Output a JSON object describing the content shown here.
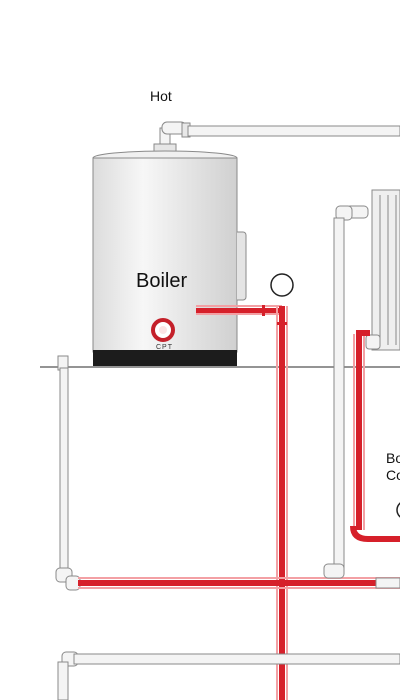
{
  "labels": {
    "hot": "Hot",
    "boiler": "Boiler",
    "gauge": "CPT",
    "side_label": "Bo\nCo"
  },
  "colors": {
    "hot_pipe": "#d6202a",
    "cold_pipe": "#f4f4f4",
    "pipe_outline": "#8a8a8a",
    "boiler_body": "#ececec",
    "boiler_base": "#1c1c1c",
    "floor_line": "#555555"
  },
  "components": [
    {
      "name": "boiler",
      "type": "tank"
    },
    {
      "name": "pressure-gauge",
      "type": "gauge"
    },
    {
      "name": "valve",
      "type": "circle"
    },
    {
      "name": "radiator",
      "type": "radiator"
    }
  ]
}
